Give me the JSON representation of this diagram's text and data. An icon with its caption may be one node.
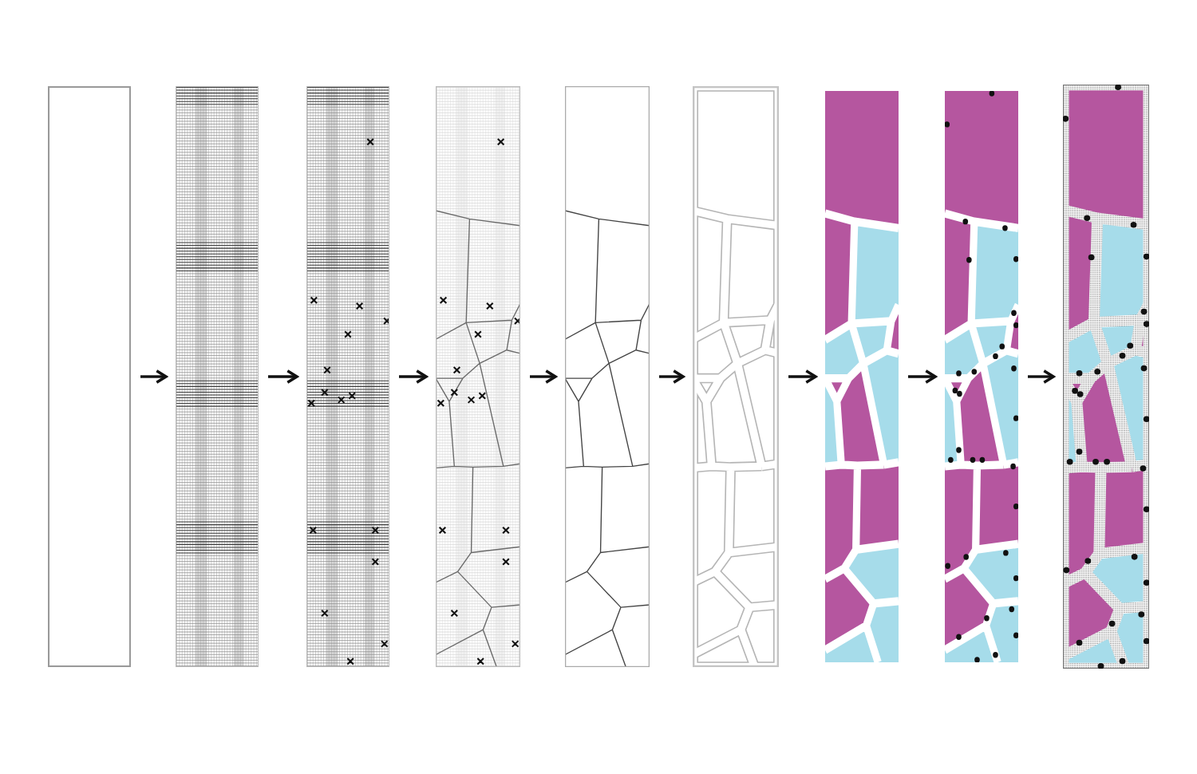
{
  "diagram": {
    "nodes": [
      {
        "text": [],
        "shape": "box"
      },
      {
        "text": [],
        "shape": "picture"
      },
      {
        "text": [],
        "shape": "picture"
      },
      {
        "text": [],
        "shape": "picture"
      },
      {
        "text": [],
        "shape": "picture"
      },
      {
        "text": [],
        "shape": "picture"
      },
      {
        "text": [],
        "shape": "picture"
      },
      {
        "text": [],
        "shape": "picture"
      },
      {
        "text": [],
        "shape": "picture"
      }
    ],
    "edges": [
      {
        "from": 0,
        "to": 1,
        "arrow": "to"
      },
      {
        "from": 1,
        "to": 2,
        "arrow": "to"
      },
      {
        "from": 2,
        "to": 3,
        "arrow": "to"
      },
      {
        "from": 3,
        "to": 4,
        "arrow": "to"
      },
      {
        "from": 4,
        "to": 5,
        "arrow": "to"
      },
      {
        "from": 5,
        "to": 6,
        "arrow": "to"
      },
      {
        "from": 6,
        "to": 7,
        "arrow": "to"
      },
      {
        "from": 7,
        "to": 8,
        "arrow": "to"
      }
    ]
  }
}
